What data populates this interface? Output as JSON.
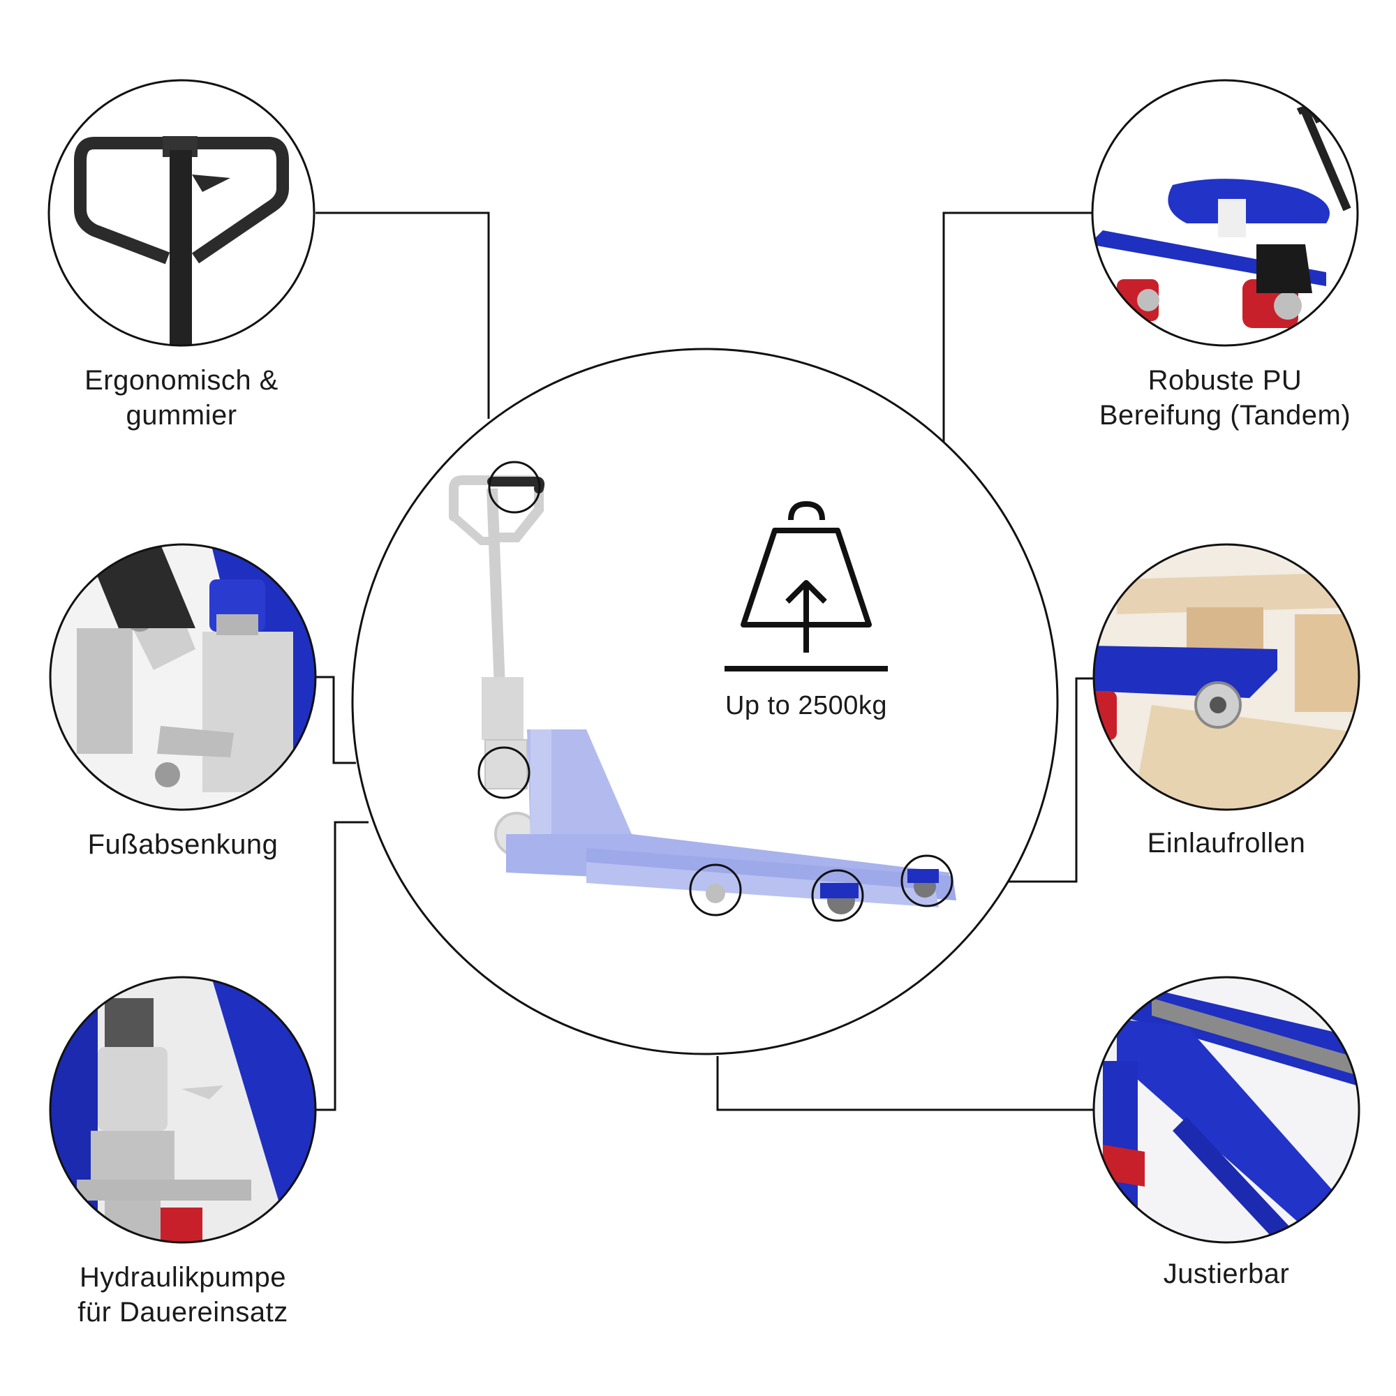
{
  "center": {
    "capacity_label": "Up to 2500kg",
    "icon": "weight-lift-icon"
  },
  "features": [
    {
      "id": "handle",
      "lines": [
        "Ergonomisch &",
        "gummier"
      ],
      "icon": "handle-icon"
    },
    {
      "id": "wheels",
      "lines": [
        "Robuste PU",
        "Bereifung (Tandem)"
      ],
      "icon": "wheel-icon"
    },
    {
      "id": "foot-release",
      "lines": [
        "Fußabsenkung"
      ],
      "icon": "foot-pedal-icon"
    },
    {
      "id": "entry-rollers",
      "lines": [
        "Einlaufrollen"
      ],
      "icon": "roller-icon"
    },
    {
      "id": "pump",
      "lines": [
        "Hydraulikpumpe",
        "für Dauereinsatz"
      ],
      "icon": "pump-icon"
    },
    {
      "id": "adjustable",
      "lines": [
        "Justierbar"
      ],
      "icon": "adjust-icon"
    }
  ],
  "colors": {
    "brand_blue": "#1f2fc0",
    "truck_blue_faded": "#a9b3ec",
    "wheel_red": "#c8202a",
    "handle_black": "#222222",
    "line": "#111111"
  }
}
